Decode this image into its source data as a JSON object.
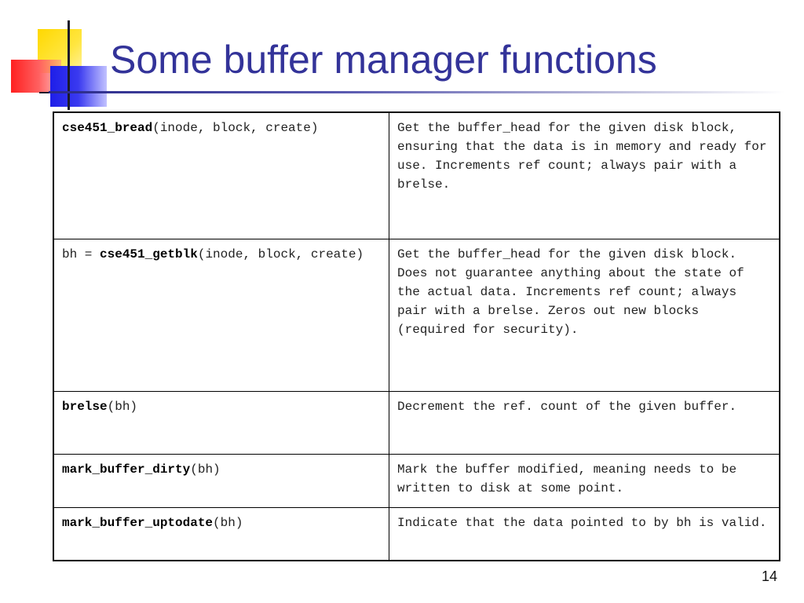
{
  "slide": {
    "title": "Some buffer manager functions",
    "page_number": "14"
  },
  "functions": [
    {
      "prefix": "",
      "name": "cse451_bread",
      "args": "(inode, block, create)",
      "description": "Get the buffer_head for the given disk block, ensuring that the data is in memory and ready for use. Increments ref count; always pair with a brelse."
    },
    {
      "prefix": "bh = ",
      "name": "cse451_getblk",
      "args": "(inode, block, create)",
      "description": "Get the buffer_head for the given disk block. Does not guarantee anything about the state of the actual data. Increments ref count; always pair with a brelse. Zeros out new blocks (required for security)."
    },
    {
      "prefix": "",
      "name": "brelse",
      "args": "(bh)",
      "description": "Decrement the ref. count of the given buffer."
    },
    {
      "prefix": "",
      "name": "mark_buffer_dirty",
      "args": "(bh)",
      "description": "Mark the buffer modified, meaning needs to be written to disk at some point."
    },
    {
      "prefix": "",
      "name": "mark_buffer_uptodate",
      "args": "(bh)",
      "description": "Indicate that the data pointed to by bh is valid."
    }
  ]
}
